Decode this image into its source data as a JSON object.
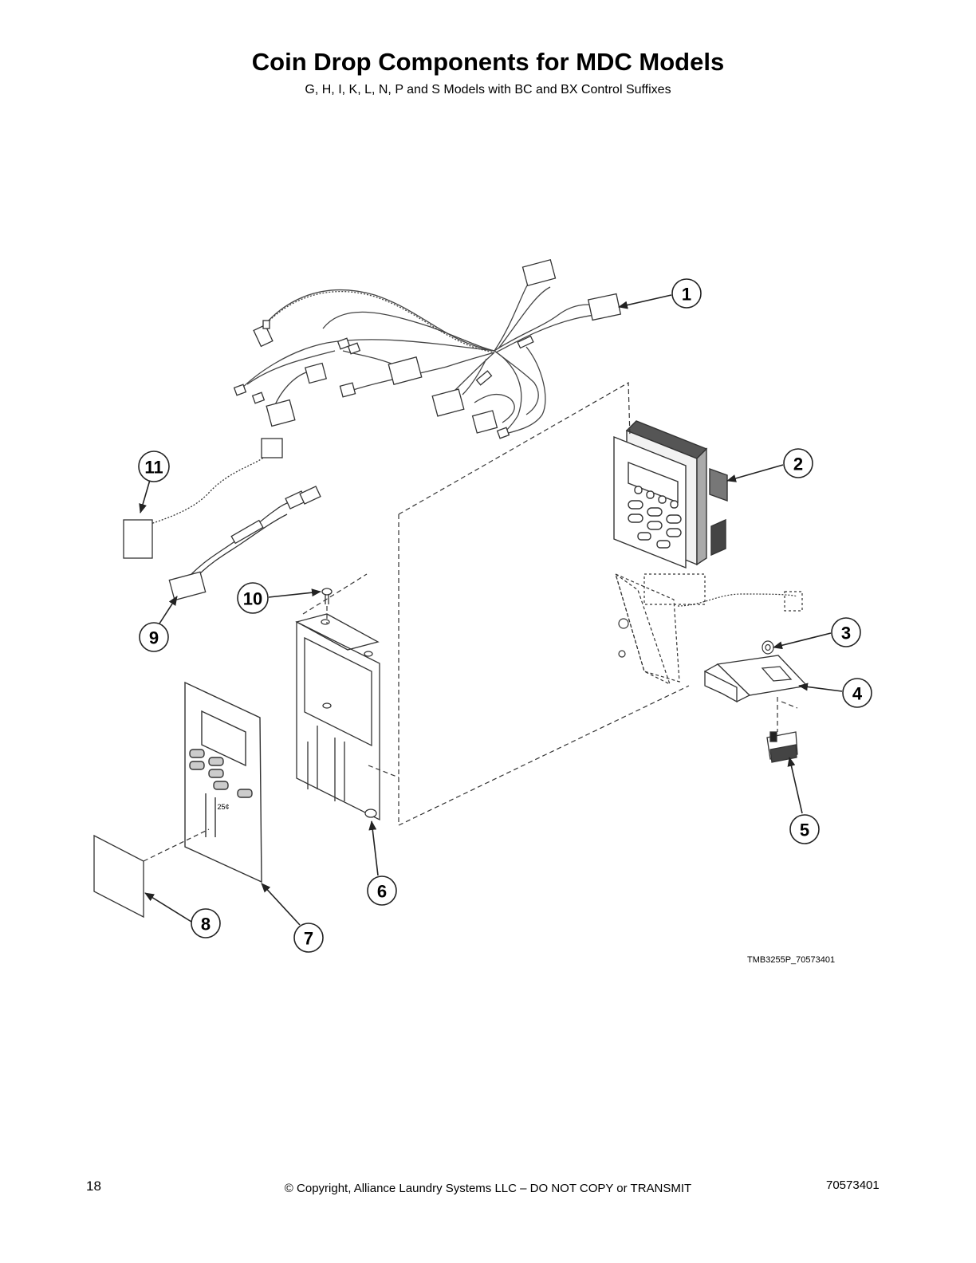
{
  "page": {
    "title": "Coin Drop Components for MDC Models",
    "subtitle": "G, H, I, K, L, N, P and S Models with BC and BX Control Suffixes"
  },
  "diagram": {
    "callouts": [
      "1",
      "2",
      "3",
      "4",
      "5",
      "6",
      "7",
      "8",
      "9",
      "10",
      "11"
    ],
    "drawing_id": "TMB3255P_70573401",
    "coin_label": "25¢"
  },
  "footer": {
    "page_number": "18",
    "copyright": "© Copyright, Alliance Laundry Systems LLC – DO NOT COPY or TRANSMIT",
    "doc_number": "70573401"
  }
}
